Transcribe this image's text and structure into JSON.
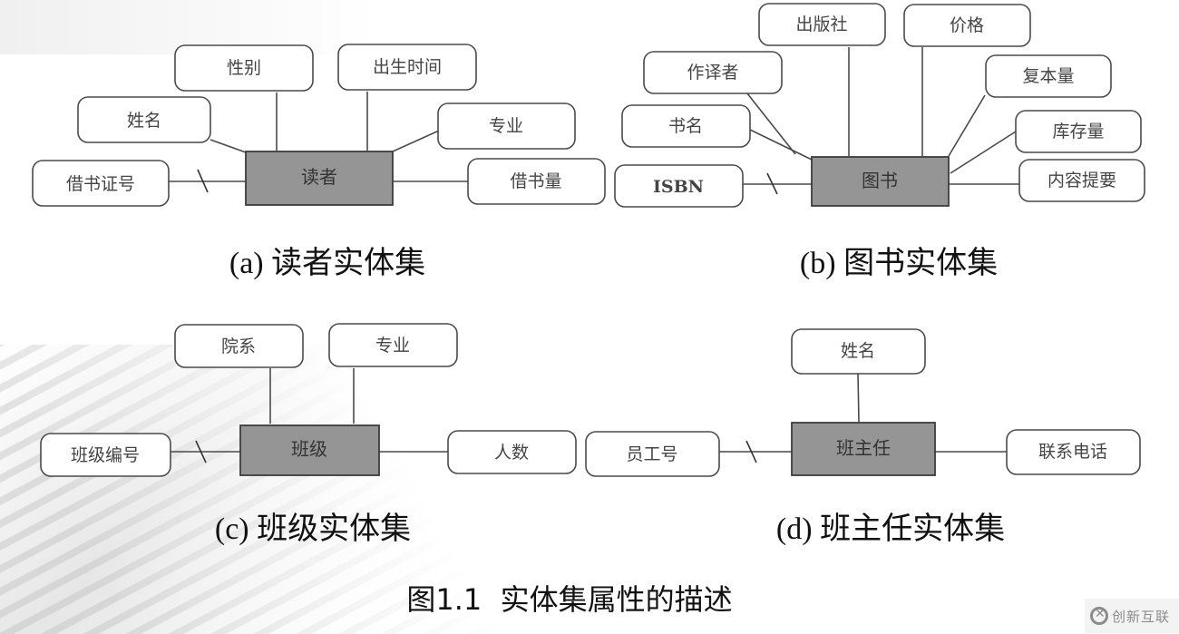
{
  "figure_title": "图1.1  实体集属性的描述",
  "watermark": "创新互联",
  "diagrams": [
    {
      "id": "a",
      "entity": "读者",
      "caption": "(a) 读者实体集",
      "key_attribute": "借书证号",
      "attributes": [
        "借书证号",
        "姓名",
        "性别",
        "出生时间",
        "专业",
        "借书量"
      ]
    },
    {
      "id": "b",
      "entity": "图书",
      "caption": "(b) 图书实体集",
      "key_attribute": "ISBN",
      "attributes": [
        "ISBN",
        "书名",
        "作译者",
        "出版社",
        "价格",
        "复本量",
        "库存量",
        "内容提要"
      ]
    },
    {
      "id": "c",
      "entity": "班级",
      "caption": "(c) 班级实体集",
      "key_attribute": "班级编号",
      "attributes": [
        "班级编号",
        "院系",
        "专业",
        "人数"
      ]
    },
    {
      "id": "d",
      "entity": "班主任",
      "caption": "(d) 班主任实体集",
      "key_attribute": "员工号",
      "attributes": [
        "员工号",
        "姓名",
        "联系电话"
      ]
    }
  ]
}
